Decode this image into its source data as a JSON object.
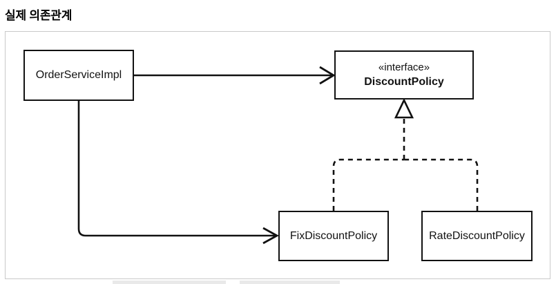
{
  "page": {
    "title": "실제 의존관계"
  },
  "diagram": {
    "nodes": {
      "order_service": {
        "label": "OrderServiceImpl"
      },
      "discount_policy": {
        "stereotype": "«interface»",
        "label": "DiscountPolicy"
      },
      "fix_discount": {
        "label": "FixDiscountPolicy"
      },
      "rate_discount": {
        "label": "RateDiscountPolicy"
      }
    },
    "edges": [
      {
        "from": "OrderServiceImpl",
        "to": "DiscountPolicy",
        "type": "dependency",
        "style": "solid-open-arrow"
      },
      {
        "from": "OrderServiceImpl",
        "to": "FixDiscountPolicy",
        "type": "dependency",
        "style": "solid-open-arrow"
      },
      {
        "from": "FixDiscountPolicy",
        "to": "DiscountPolicy",
        "type": "realization",
        "style": "dashed-hollow-triangle"
      },
      {
        "from": "RateDiscountPolicy",
        "to": "DiscountPolicy",
        "type": "realization",
        "style": "dashed-hollow-triangle"
      }
    ],
    "colors": {
      "node_border": "#111111",
      "node_fill": "#ffffff",
      "line": "#111111",
      "frame_border": "#c9c9c9",
      "background": "#ffffff"
    }
  }
}
